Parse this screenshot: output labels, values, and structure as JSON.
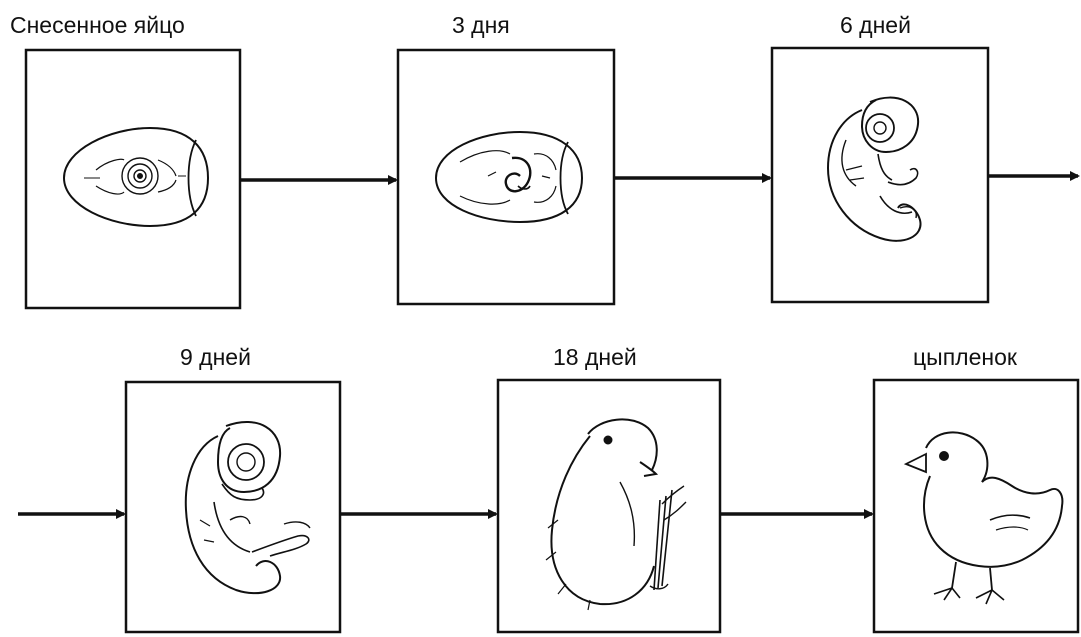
{
  "stages": [
    {
      "label": "Снесенное яйцо"
    },
    {
      "label": "3 дня"
    },
    {
      "label": "6 дней"
    },
    {
      "label": "9 дней"
    },
    {
      "label": "18 дней"
    },
    {
      "label": "цыпленок"
    }
  ],
  "colors": {
    "ink": "#111111",
    "background": "#ffffff"
  }
}
